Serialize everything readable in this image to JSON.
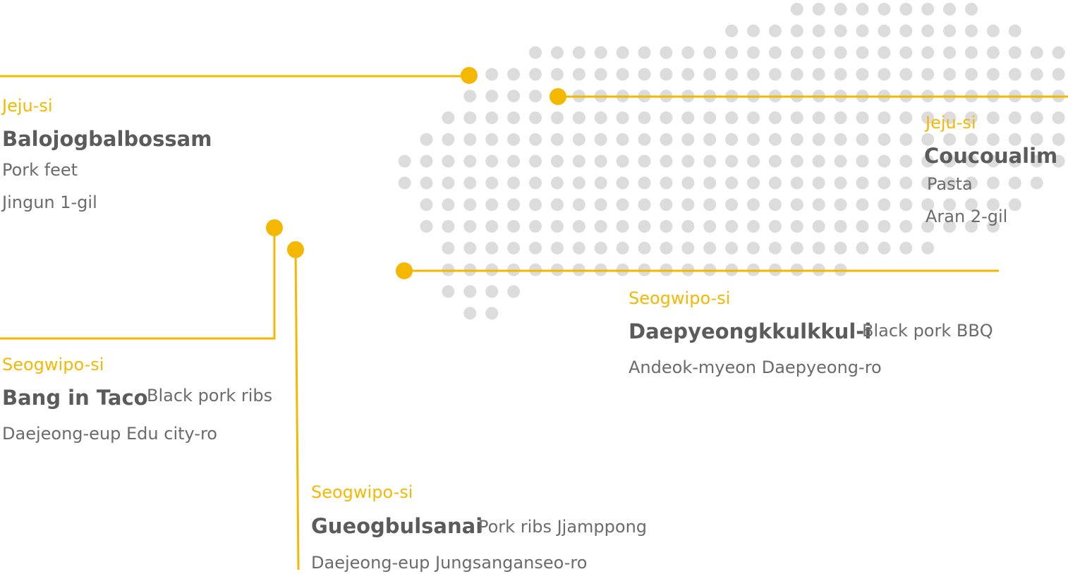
{
  "colors": {
    "accent": "#F5B800",
    "dot": "#DCDCDC",
    "name_text": "#5B5B5B",
    "detail_text": "#6B6B6B"
  },
  "map": {
    "dot_rows": [
      {
        "row": 0,
        "start": 27,
        "count": 9
      },
      {
        "row": 1,
        "start": 24,
        "count": 14
      },
      {
        "row": 2,
        "start": 15,
        "count": 25
      },
      {
        "row": 3,
        "start": 13,
        "count": 28
      },
      {
        "row": 4,
        "start": 12,
        "count": 29
      },
      {
        "row": 5,
        "start": 11,
        "count": 30
      },
      {
        "row": 6,
        "start": 10,
        "count": 30
      },
      {
        "row": 7,
        "start": 9,
        "count": 31
      },
      {
        "row": 8,
        "start": 9,
        "count": 30
      },
      {
        "row": 9,
        "start": 10,
        "count": 28
      },
      {
        "row": 10,
        "start": 10,
        "count": 27
      },
      {
        "row": 11,
        "start": 11,
        "count": 23
      },
      {
        "row": 12,
        "start": 11,
        "count": 19
      },
      {
        "row": 13,
        "start": 11,
        "count": 4
      },
      {
        "row": 14,
        "start": 12,
        "count": 2
      }
    ]
  },
  "restaurants": [
    {
      "id": "balojogbalbossam",
      "region": "Jeju-si",
      "name": "Balojogbalbossam",
      "food": "Pork feet",
      "address": "Jingun 1-gil"
    },
    {
      "id": "coucoualim",
      "region": "Jeju-si",
      "name": "Coucoualim",
      "food": "Pasta",
      "address": "Aran 2-gil"
    },
    {
      "id": "bang-in-taco",
      "region": "Seogwipo-si",
      "name": "Bang in Taco",
      "food": "Black pork ribs",
      "address": "Daejeong-eup Edu city-ro"
    },
    {
      "id": "daepyeongkkulkkul-i",
      "region": "Seogwipo-si",
      "name": "Daepyeongkkulkkul-i",
      "food": "Black pork BBQ",
      "address": "Andeok-myeon Daepyeong-ro"
    },
    {
      "id": "gueogbulsanai",
      "region": "Seogwipo-si",
      "name": "Gueogbulsanai",
      "food": "Pork ribs Jjamppong",
      "address": "Daejeong-eup Jungsanganseo-ro"
    }
  ]
}
